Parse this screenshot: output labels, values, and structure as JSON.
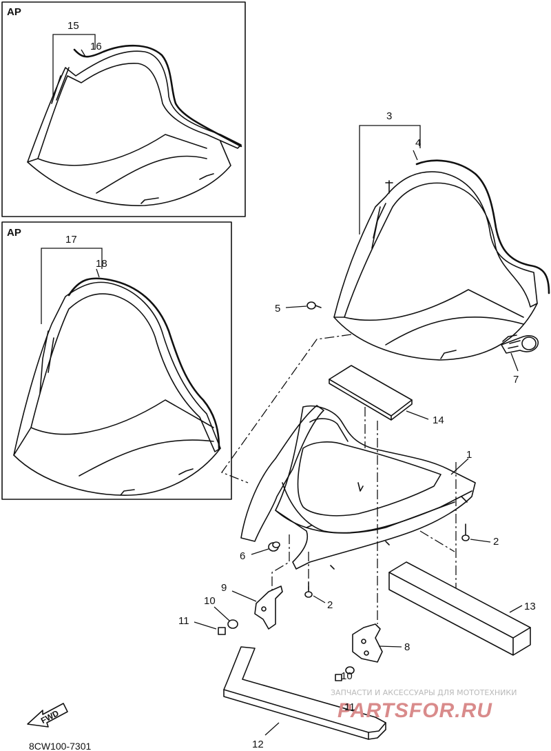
{
  "diagram": {
    "inset_top": {
      "label": "AP",
      "callouts": [
        "15",
        "16"
      ]
    },
    "inset_bottom": {
      "label": "AP",
      "callouts": [
        "17",
        "18"
      ]
    },
    "callouts": [
      "1",
      "2",
      "2",
      "3",
      "4",
      "5",
      "6",
      "7",
      "8",
      "9",
      "10",
      "10",
      "11",
      "11",
      "12",
      "13",
      "14"
    ],
    "diagram_code": "8CW100-7301",
    "fwd_label": "FWD",
    "watermark_small": "ЗАПЧАСТИ И АКСЕССУАРЫ ДЛЯ МОТОТЕХНИКИ",
    "watermark_big": "PARTSFOR.RU"
  }
}
